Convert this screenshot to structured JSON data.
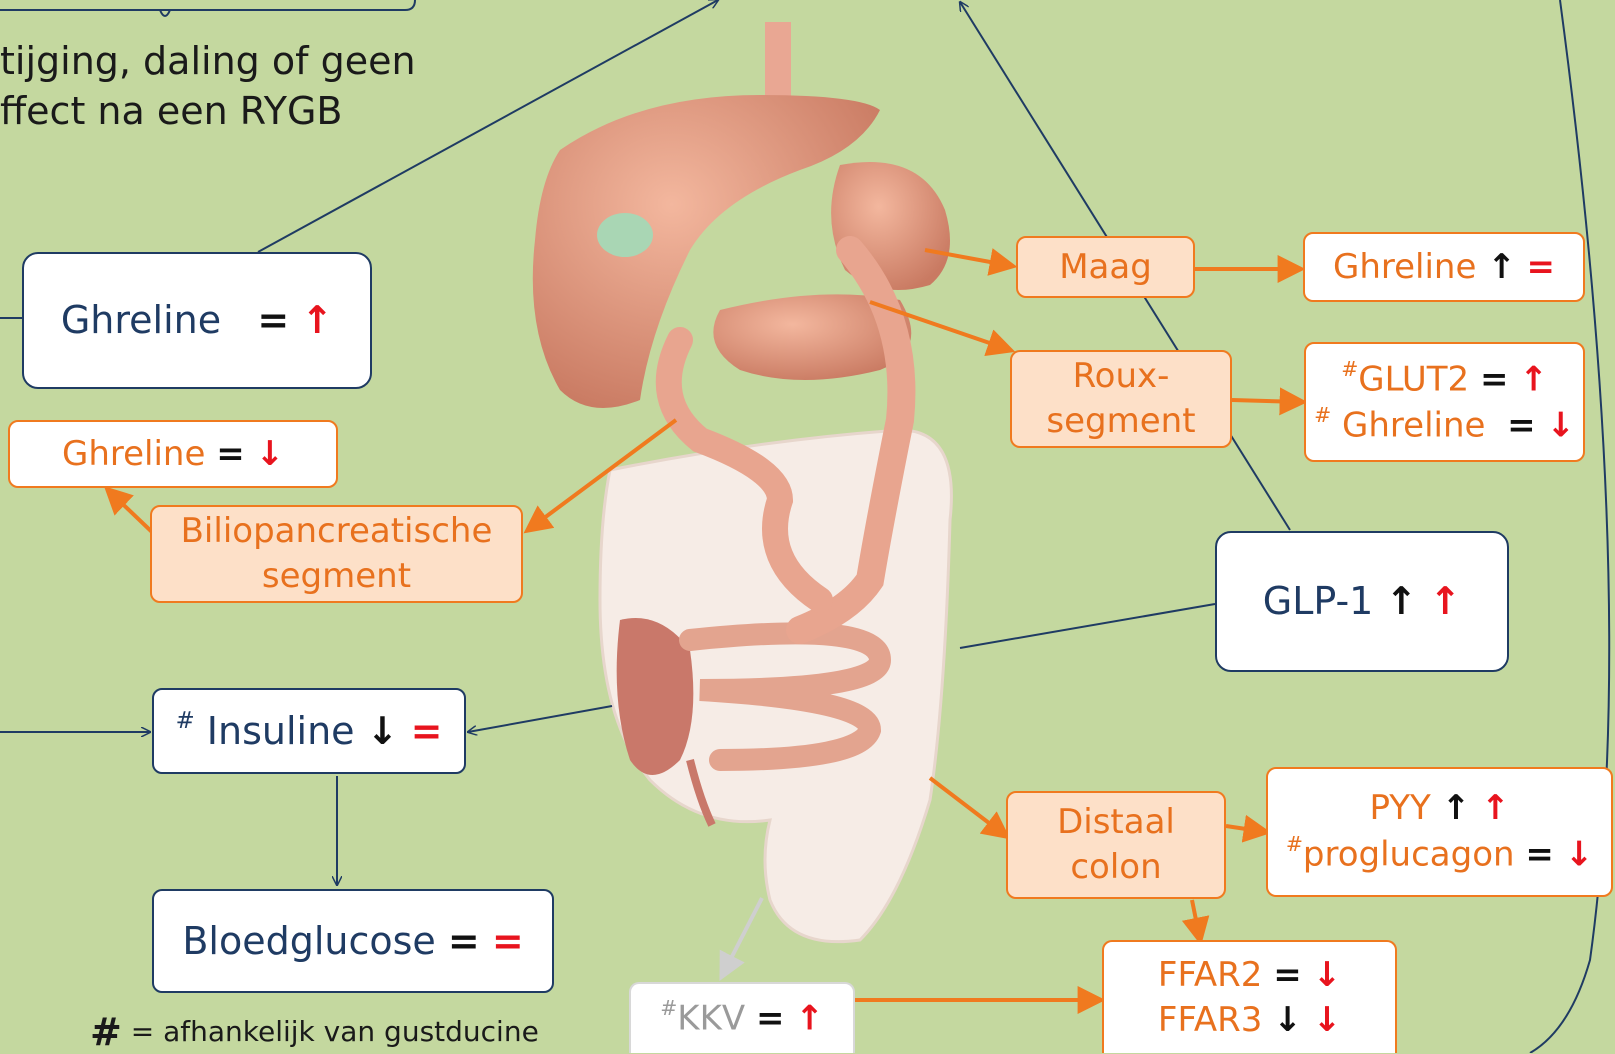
{
  "legend_text": {
    "line1": "tijging, daling of geen",
    "line2": "ffect na een RYGB"
  },
  "footnote": {
    "symbol": "#",
    "text": "= afhankelijk van  gustducine"
  },
  "segments": {
    "maag": "Maag",
    "roux_1": "Roux-",
    "roux_2": "segment",
    "bilio_1": "Biliopancreatische",
    "bilio_2": "segment",
    "distaal_1": "Distaal",
    "distaal_2": "colon"
  },
  "boxes": {
    "ghreline_main": {
      "label": "Ghreline",
      "sym1": "=",
      "sym2": "↑"
    },
    "ghreline_bilio": {
      "label": "Ghreline",
      "sym1": "=",
      "sym2": "↓"
    },
    "insuline": {
      "prefix": "#",
      "label": "Insuline",
      "sym1": "↓",
      "sym2": "="
    },
    "bloedglucose": {
      "label": "Bloedglucose",
      "sym1": "=",
      "sym2": "="
    },
    "ghreline_maag": {
      "label": "Ghreline",
      "sym1": "↑",
      "sym2": "="
    },
    "glut2": {
      "prefix": "#",
      "label": "GLUT2",
      "sym1": "=",
      "sym2": "↑"
    },
    "ghreline_roux": {
      "prefix": "#",
      "label": "Ghreline",
      "sym1": "=",
      "sym2": "↓"
    },
    "glp1": {
      "label": "GLP-1",
      "sym1": "↑",
      "sym2": "↑"
    },
    "pyy": {
      "label": "PYY",
      "sym1": "↑",
      "sym2": "↑"
    },
    "proglucagon": {
      "prefix": "#",
      "label": "proglucagon",
      "sym1": "=",
      "sym2": "↓"
    },
    "kkv": {
      "prefix": "#",
      "label": "KKV",
      "sym1": "=",
      "sym2": "↑"
    },
    "ffar2": {
      "label": "FFAR2",
      "sym1": "=",
      "sym2": "↓"
    },
    "ffar3": {
      "label": "FFAR3",
      "sym1": "↓",
      "sym2": "↓"
    }
  },
  "colors": {
    "background": "#c4d89f",
    "blue": "#1f3b63",
    "orange": "#f07a1f",
    "red": "#e8141e"
  }
}
